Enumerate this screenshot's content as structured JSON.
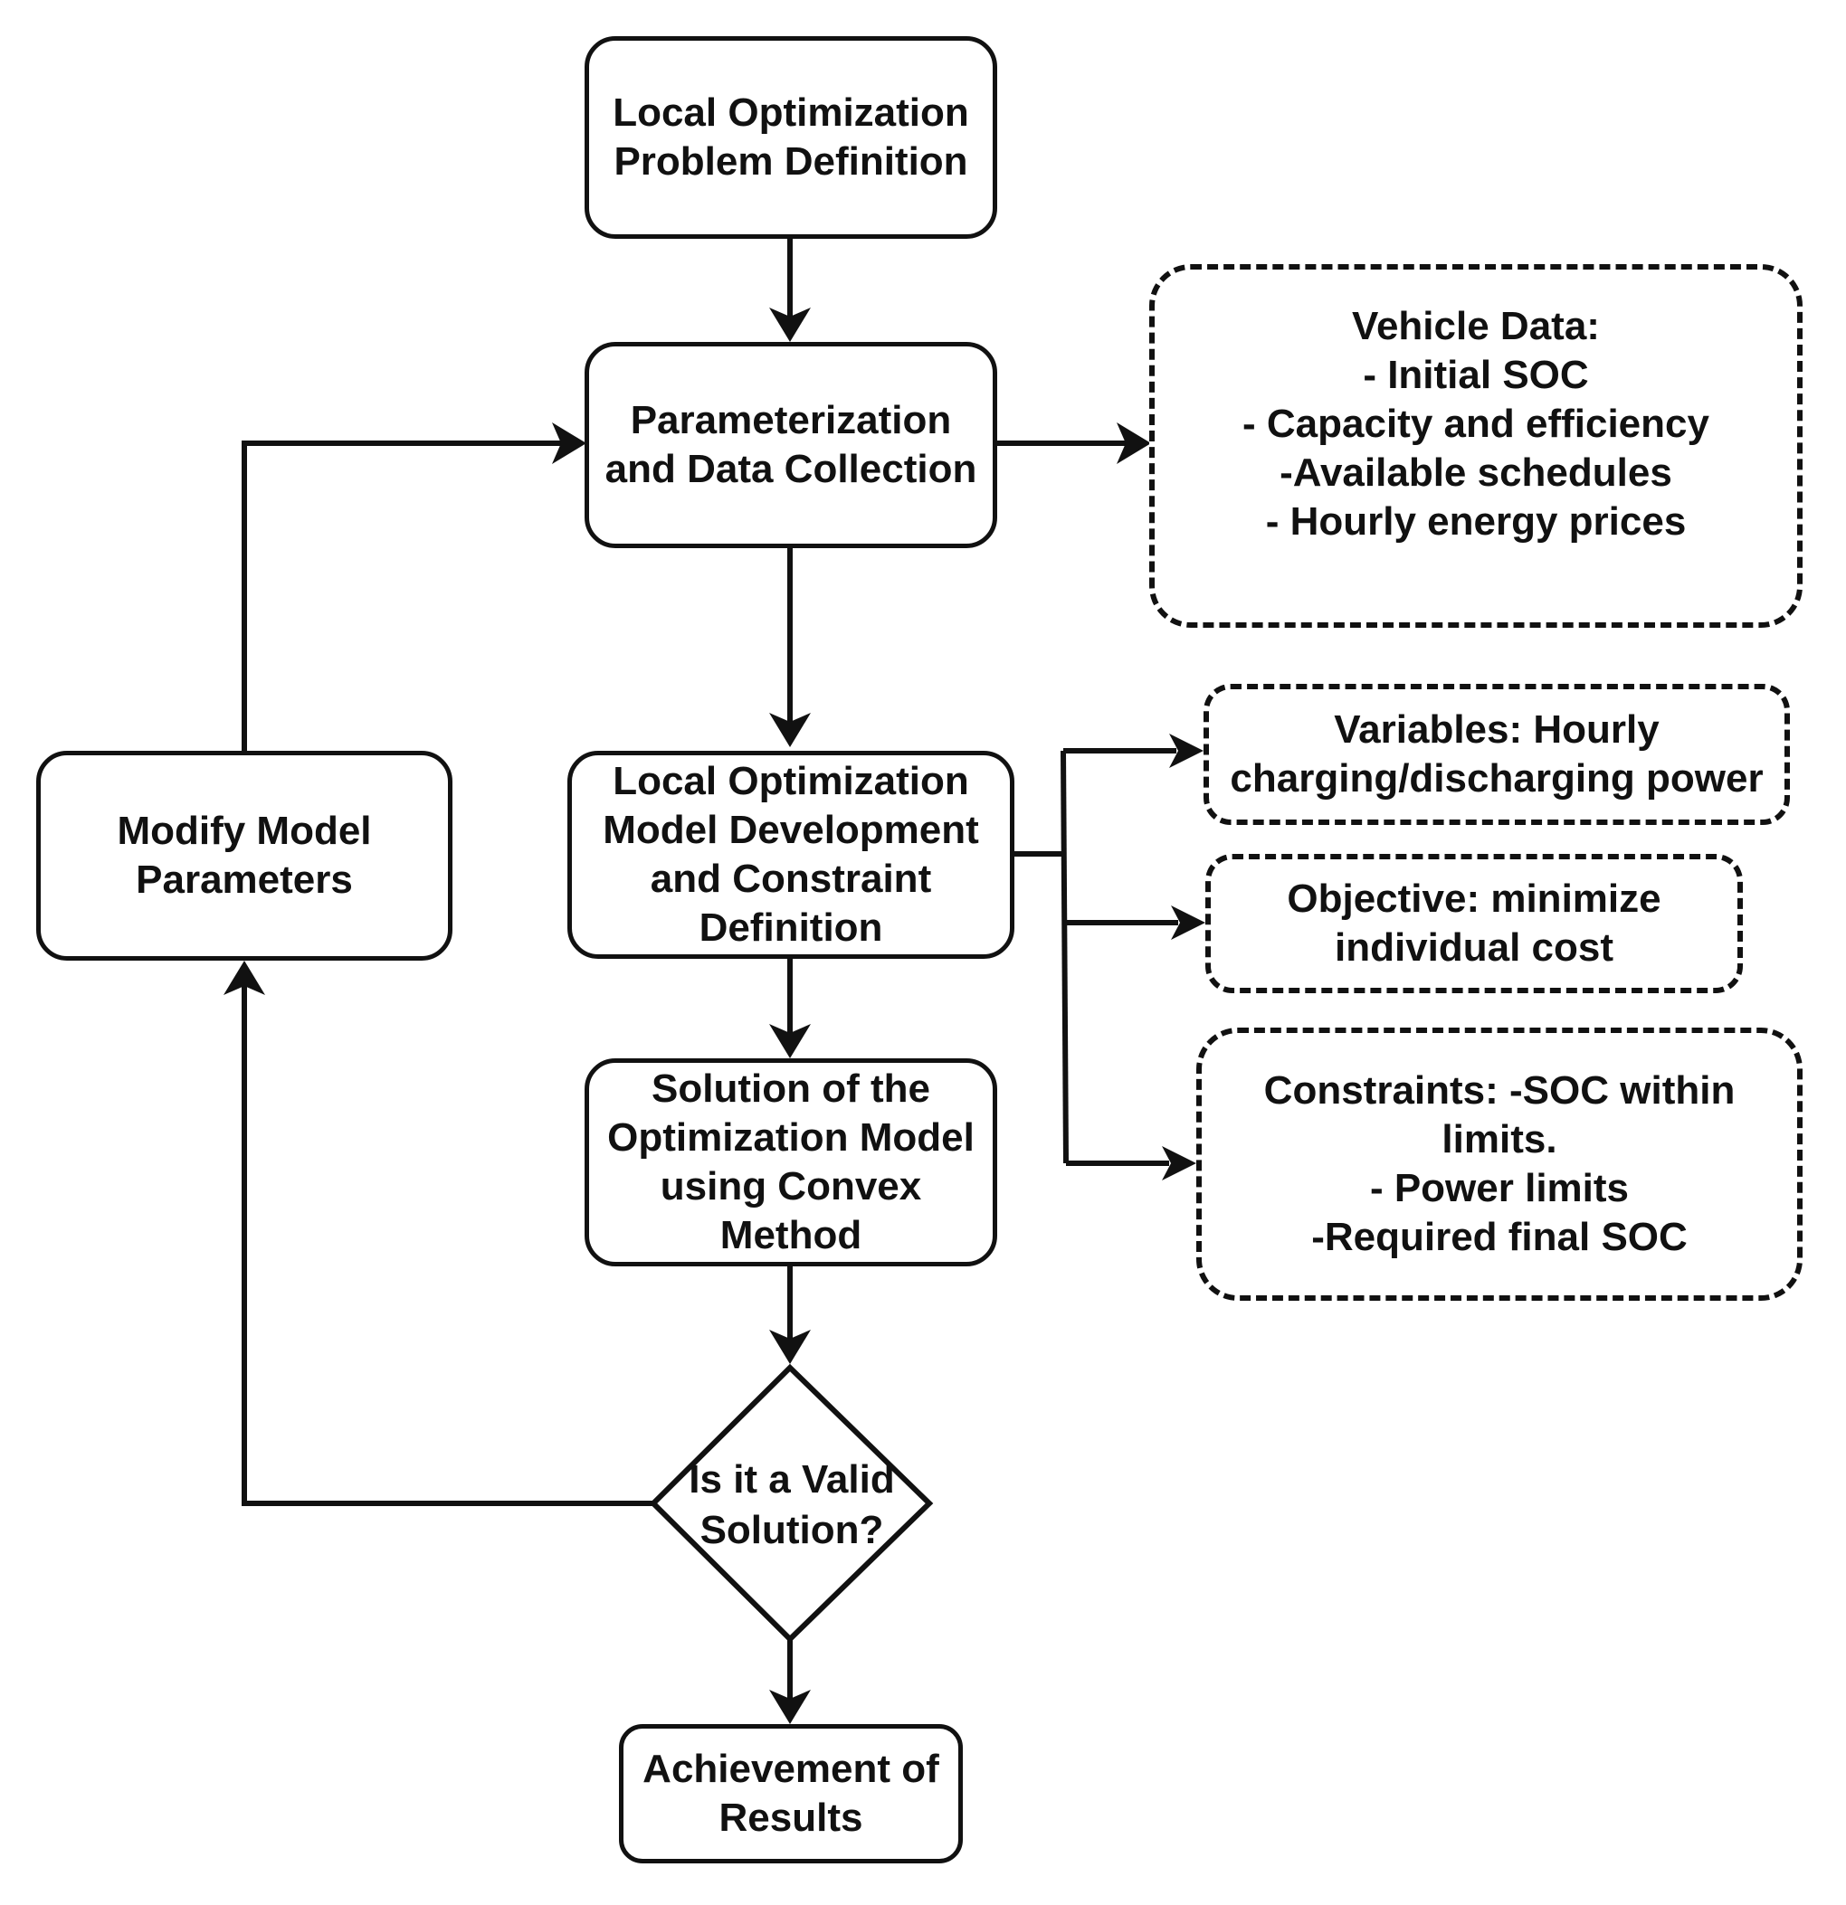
{
  "nodes": {
    "problem_definition": "Local Optimization Problem Definition",
    "parameterization": "Parameterization and Data Collection",
    "model_development": "Local Optimization Model Development and Constraint Definition",
    "solution": "Solution of the Optimization Model using Convex Method",
    "decision": "Is it a Valid Solution?",
    "modify_parameters": "Modify Model Parameters",
    "achievement": "Achievement of Results"
  },
  "notes": {
    "vehicle_data": {
      "title": "Vehicle Data:",
      "items": [
        "- Initial SOC",
        "- Capacity and efficiency",
        "-Available schedules",
        "- Hourly energy prices"
      ]
    },
    "variables": "Variables: Hourly charging/discharging power",
    "objective": "Objective: minimize individual cost",
    "constraints": {
      "title": "Constraints: -SOC within limits.",
      "items": [
        "- Power limits",
        "-Required final SOC"
      ]
    }
  }
}
